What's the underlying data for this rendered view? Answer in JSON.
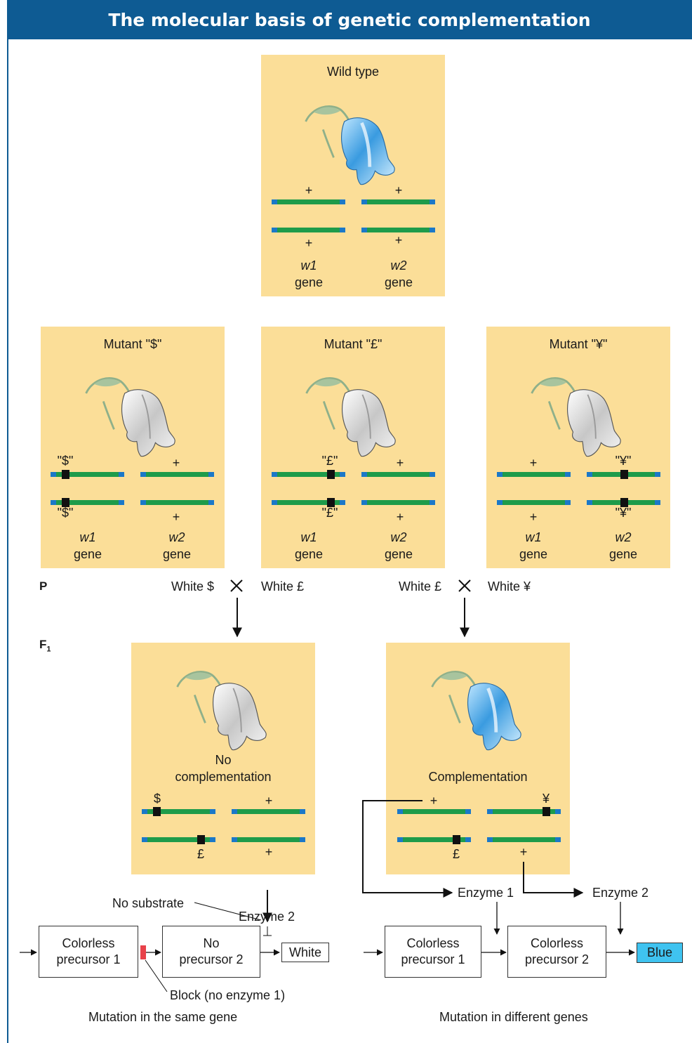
{
  "header": {
    "title": "The molecular basis of genetic complementation"
  },
  "wild_type": {
    "title": "Wild type",
    "marks": [
      "+",
      "+",
      "+",
      "+"
    ],
    "gene1": "w1",
    "gene2": "w2",
    "gene_word": "gene"
  },
  "mutants": [
    {
      "title": "Mutant \"$\"",
      "w1_marks": [
        "\"$\"",
        "\"$\""
      ],
      "w2_marks": [
        "+",
        "+"
      ]
    },
    {
      "title": "Mutant \"£\"",
      "w1_marks": [
        "\"£\"",
        "\"£\""
      ],
      "w2_marks": [
        "+",
        "+"
      ]
    },
    {
      "title": "Mutant \"¥\"",
      "w1_marks": [
        "+",
        "+"
      ],
      "w2_marks": [
        "\"¥\"",
        "\"¥\""
      ]
    }
  ],
  "gene_labels": {
    "w1": "w1",
    "w2": "w2",
    "gene": "gene"
  },
  "generations": {
    "p": "P",
    "f1": "F",
    "f1_sub": "1"
  },
  "crosses": {
    "left": {
      "a": "White $",
      "b": "White £",
      "symbol": "×"
    },
    "right": {
      "a": "White £",
      "b": "White ¥",
      "symbol": "×"
    }
  },
  "f1_left": {
    "title_line1": "No",
    "title_line2": "complementation",
    "marks": [
      "$",
      "+",
      "£",
      "+"
    ]
  },
  "f1_right": {
    "title": "Complementation",
    "marks": [
      "+",
      "¥",
      "£",
      "+"
    ]
  },
  "pathway_left": {
    "precursor1": "Colorless\nprecursor 1",
    "precursor2": "No\nprecursor 2",
    "product": "White",
    "enzyme2": "Enzyme 2",
    "no_substrate": "No substrate",
    "block": "Block (no enzyme 1)",
    "caption": "Mutation in the same gene"
  },
  "pathway_right": {
    "enzyme1": "Enzyme 1",
    "enzyme2": "Enzyme 2",
    "precursor1": "Colorless\nprecursor 1",
    "precursor2": "Colorless\nprecursor 2",
    "product": "Blue",
    "caption": "Mutation in different genes"
  },
  "colors": {
    "header": "#0e5b93",
    "panel": "#fbde98",
    "chromosome": "#1e9b4a",
    "chromosome_end": "#1b78c8",
    "mutation": "#111111",
    "block": "#e8424a",
    "blue_box": "#3fc3f0"
  }
}
